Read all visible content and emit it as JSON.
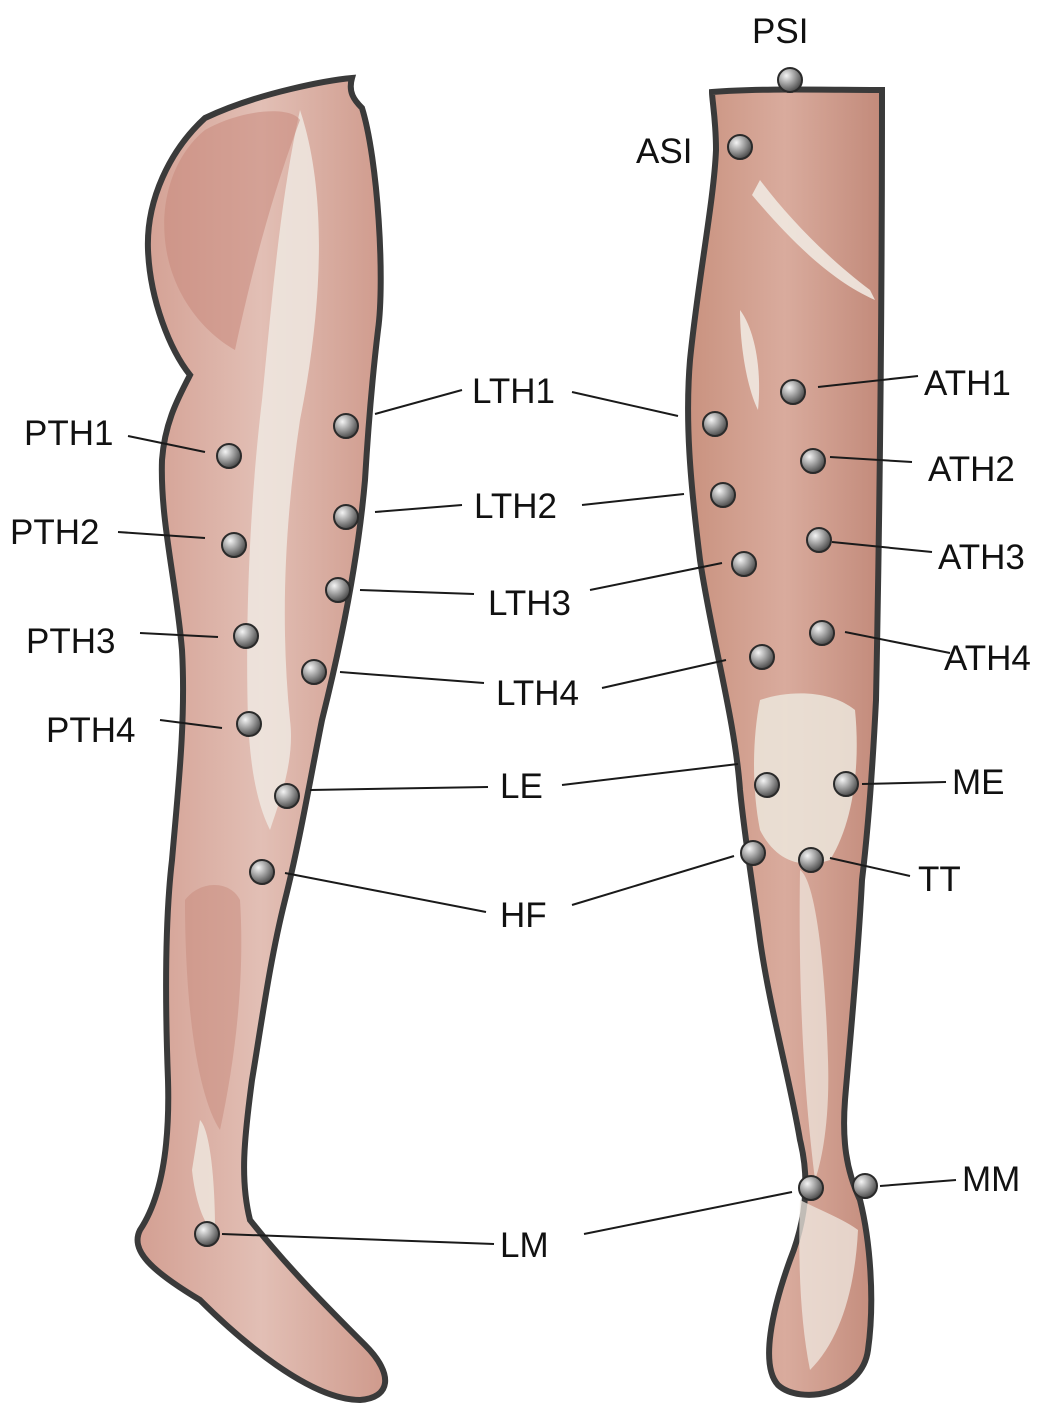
{
  "colors": {
    "skin": "#d4a89a",
    "muscle": "#c98e80",
    "tendon": "#ece6dc",
    "outline": "#3a3a3a",
    "marker": "#8e8e8e",
    "leader": "#1a1a1a"
  },
  "labels": {
    "psi": "PSI",
    "asi": "ASI",
    "lth1": "LTH1",
    "lth2": "LTH2",
    "lth3": "LTH3",
    "lth4": "LTH4",
    "le": "LE",
    "hf": "HF",
    "lm": "LM",
    "pth1": "PTH1",
    "pth2": "PTH2",
    "pth3": "PTH3",
    "pth4": "PTH4",
    "ath1": "ATH1",
    "ath2": "ATH2",
    "ath3": "ATH3",
    "ath4": "ATH4",
    "me": "ME",
    "tt": "TT",
    "mm": "MM"
  }
}
